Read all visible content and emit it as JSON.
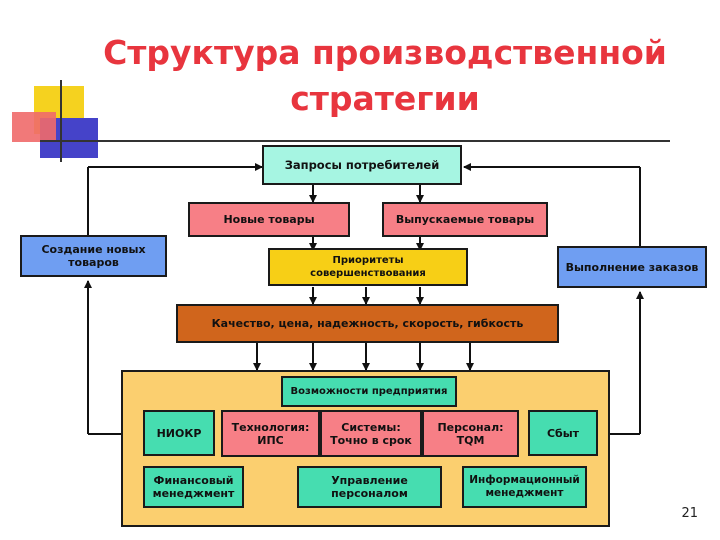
{
  "slide": {
    "title": "Структура производственной стратегии",
    "page_number": "21"
  },
  "diagram": {
    "customer_requests": "Запросы потребителей",
    "new_products": "Новые товары",
    "existing_products": "Выпускаемые товары",
    "create_new_products": "Создание новых товаров",
    "order_fulfillment": "Выполнение заказов",
    "improvement_priorities": "Приоритеты совершенствования",
    "quality_factors": "Качество, цена, надежность, скорость, гибкость",
    "enterprise_capabilities": "Возможности предприятия",
    "rnd": "НИОКР",
    "technology": "Технология: ИПС",
    "systems": "Системы: Точно в срок",
    "personnel": "Персонал: TQM",
    "sales": "Сбыт",
    "financial_management": "Финансовый менеджмент",
    "hr_management": "Управление персоналом",
    "information_management": "Информационный менеджмент"
  },
  "colors": {
    "title": "#e8353e",
    "requests_fill": "#a6f5e2",
    "products_fill": "#f77f86",
    "side_fill": "#6f9ef2",
    "priorities_fill": "#f7cf16",
    "quality_fill": "#d0651c",
    "capabilities_fill": "#fbcf6f",
    "green_fill": "#46ddb0",
    "pink_fill": "#f77f86"
  }
}
